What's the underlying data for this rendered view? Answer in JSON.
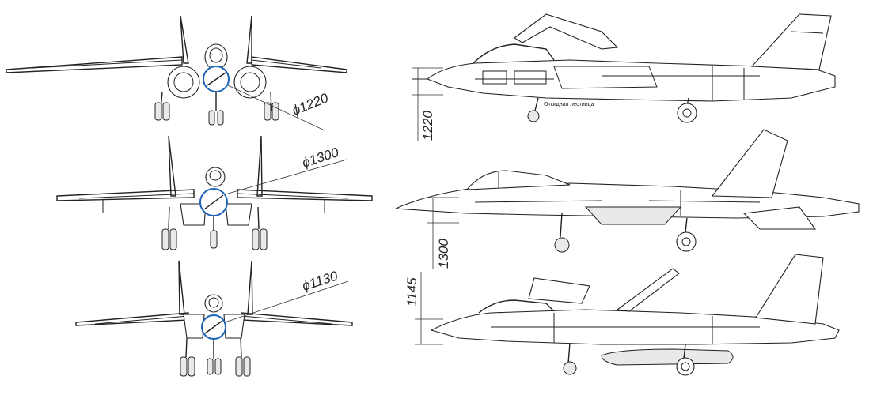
{
  "dimensions": {
    "front_top_diameter": "ϕ1220",
    "front_middle_diameter": "ϕ1300",
    "front_bottom_diameter": "ϕ1130",
    "side_top_height": "1220",
    "side_middle_height": "1300",
    "side_bottom_height": "1145"
  },
  "annotations": {
    "ladder_label": "Откидная лестница"
  },
  "colors": {
    "line": "#222222",
    "intake_circle": "#1e63b8",
    "background": "#ffffff"
  }
}
